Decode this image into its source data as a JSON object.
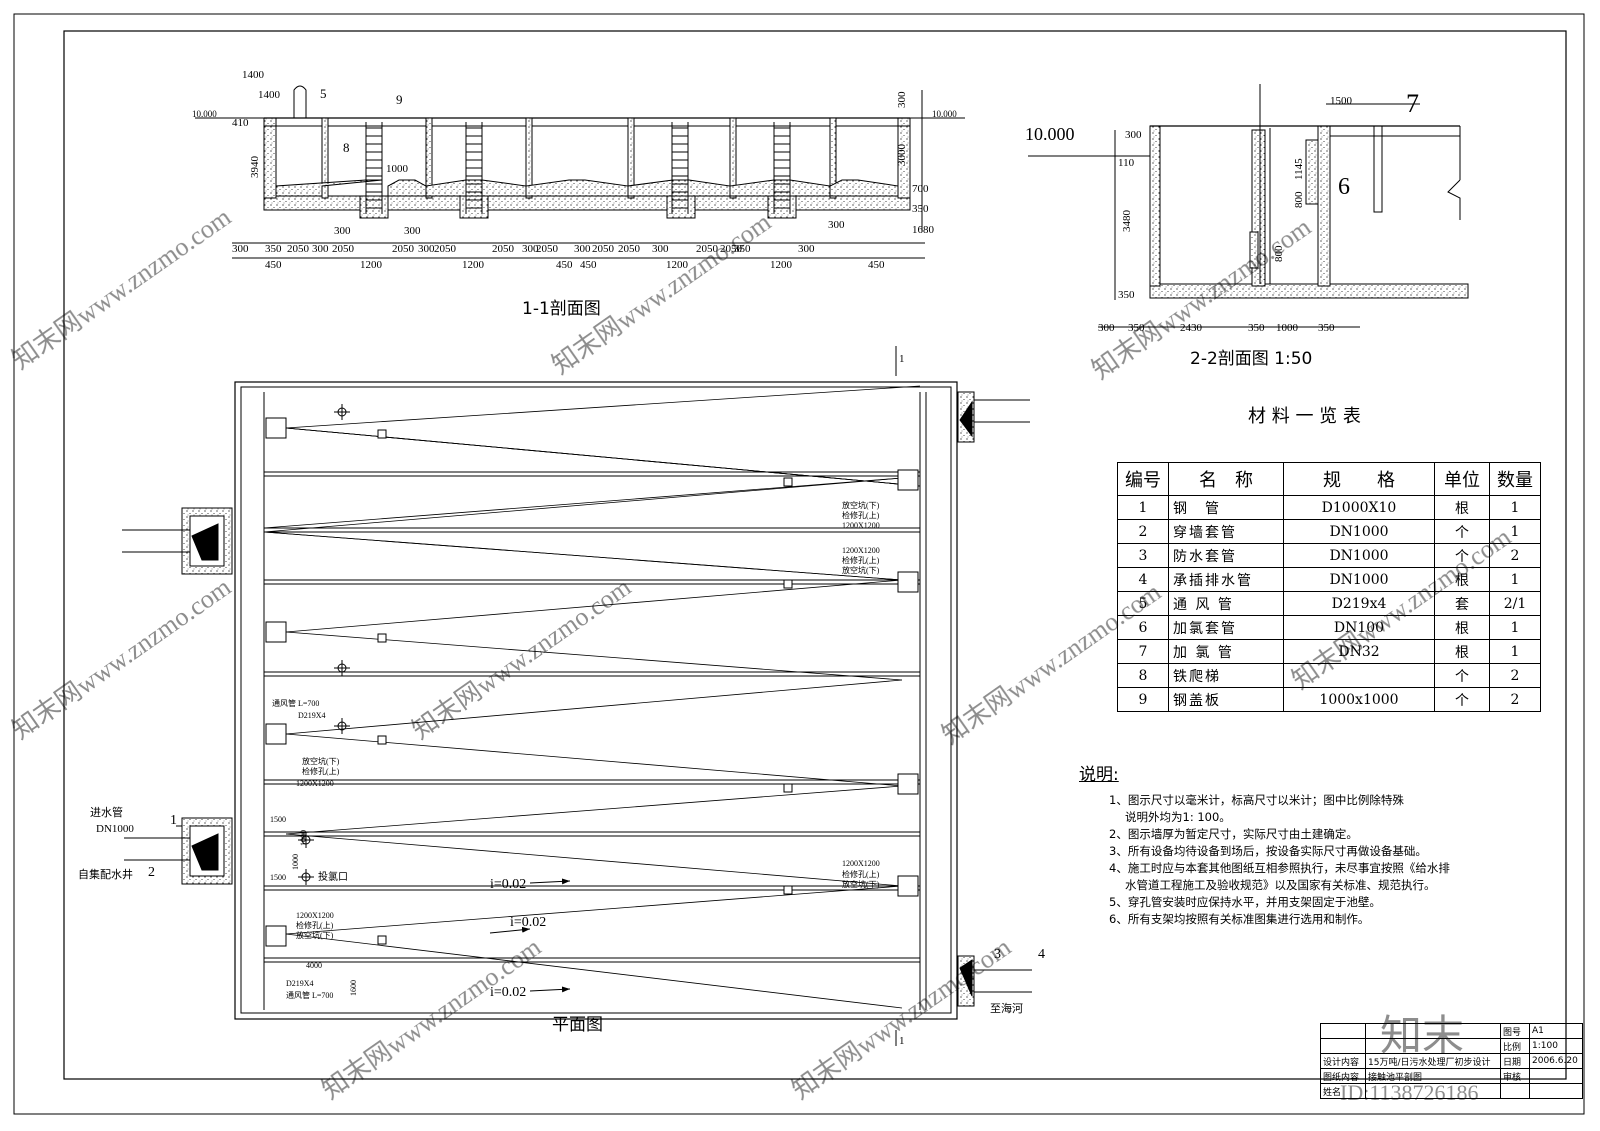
{
  "section11": {
    "title": "1-1剖面图",
    "labels": [
      "1400",
      "1400",
      "5",
      "9",
      "10.000",
      "410",
      "8",
      "1000",
      "3940",
      "300",
      "10.000",
      "3000",
      "700",
      "350",
      "1680",
      "300",
      "300",
      "300"
    ],
    "dims_row1": [
      "300",
      "350",
      "2050",
      "300",
      "2050",
      "2050",
      "300",
      "2050",
      "2050",
      "300",
      "2050",
      "300",
      "2050",
      "2050",
      "300",
      "2050",
      "2050",
      "350",
      "300"
    ],
    "dims_row2": [
      "450",
      "1200",
      "1200",
      "450",
      "450",
      "1200",
      "1200",
      "450"
    ]
  },
  "section22": {
    "title": "2-2剖面图 1:50",
    "labels": [
      "10.000",
      "1500",
      "7",
      "300",
      "110",
      "1145",
      "6",
      "800",
      "3480",
      "800",
      "350"
    ],
    "dims": [
      "300",
      "350",
      "2430",
      "350",
      "1000",
      "350"
    ]
  },
  "plan": {
    "title": "平面图",
    "section_marks": [
      "1",
      "1"
    ],
    "labels": {
      "inlet_pipe": "进水管",
      "inlet_dn": "DN1000",
      "self_collect": "自集配水井",
      "callout1": "1",
      "callout2": "2",
      "callout3": "3",
      "callout4": "4",
      "to_sea": "至海河",
      "pit_a": "放空坑(下)",
      "pit_b": "检修孔(上)",
      "pit_size": "1200X1200",
      "pit_c": "检修孔(上)",
      "pit_d": "放空坑(下)",
      "pit_size2": "1200X1200",
      "vent1": "通风管 L=700",
      "vent1b": "D219X4",
      "pit_e": "放空坑(下)",
      "pit_f": "检修孔(上)",
      "pit_size3": "1200X1200",
      "d1500a": "1500",
      "d1000a": "1000",
      "d1000b": "1000",
      "d1500b": "1500",
      "chlorine": "投氯口",
      "pit_size4": "1200X1200",
      "pit_g": "检修孔(上)",
      "pit_h": "放空坑(下)",
      "slope1": "i=0.02",
      "pit_size5": "1200X1200",
      "pit_i": "检修孔(上)",
      "pit_j": "放空坑(下)",
      "slope2": "i=0.02",
      "d4000": "4000",
      "vent2b": "D219X4",
      "vent2": "通风管 L=700",
      "d1600": "1600",
      "slope3": "i=0.02"
    }
  },
  "materials": {
    "title": "材 料 一 览 表",
    "headers": [
      "编号",
      "名　称",
      "规　　格",
      "单位",
      "数量"
    ],
    "rows": [
      [
        "1",
        "钢　管",
        "D1000X10",
        "根",
        "1"
      ],
      [
        "2",
        "穿墙套管",
        "DN1000",
        "个",
        "1"
      ],
      [
        "3",
        "防水套管",
        "DN1000",
        "个",
        "2"
      ],
      [
        "4",
        "承插排水管",
        "DN1000",
        "根",
        "1"
      ],
      [
        "5",
        "通 风 管",
        "D219x4",
        "套",
        "2/1"
      ],
      [
        "6",
        "加氯套管",
        "DN100",
        "根",
        "1"
      ],
      [
        "7",
        "加 氯 管",
        "DN32",
        "根",
        "1"
      ],
      [
        "8",
        "铁爬梯",
        "",
        "个",
        "2"
      ],
      [
        "9",
        "钢盖板",
        "1000x1000",
        "个",
        "2"
      ]
    ]
  },
  "notes": {
    "heading": "说明:",
    "lines": [
      "1、图示尺寸以毫米计，标高尺寸以米计；图中比例除特殊",
      "说明外均为1: 100。",
      "2、图示墙厚为暂定尺寸，实际尺寸由土建确定。",
      "3、所有设备均待设备到场后，按设备实际尺寸再做设备基础。",
      "4、施工时应与本套其他图纸互相参照执行，未尽事宜按照《给水排",
      "水管道工程施工及验收规范》以及国家有关标准、规范执行。",
      "5、穿孔管安装时应保持水平，并用支架固定于池壁。",
      "6、所有支架均按照有关标准图集进行选用和制作。"
    ]
  },
  "titleblock": {
    "r1": [
      "",
      "",
      "图号",
      "A1"
    ],
    "r2": [
      "",
      "",
      "比例",
      "1:100"
    ],
    "r3": [
      "设计内容",
      "15万吨/日污水处理厂初步设计",
      "日期",
      "2006.6.20"
    ],
    "r4": [
      "图纸内容",
      "接触池平剖图",
      "审核",
      ""
    ],
    "r5": [
      "姓名",
      "",
      "",
      ""
    ]
  },
  "watermarks": [
    "知末网www.znzmo.com",
    "知末",
    "ID:1138726186"
  ]
}
